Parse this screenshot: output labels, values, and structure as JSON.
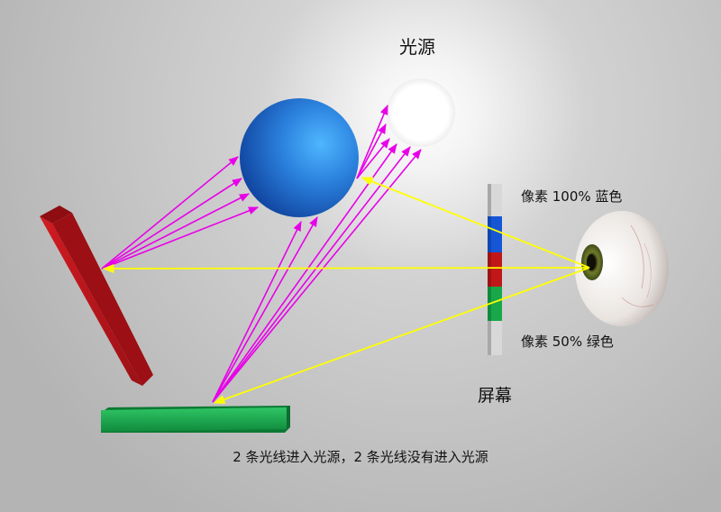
{
  "labels": {
    "light_source": "光源",
    "pixel_top": "像素 100% 蓝色",
    "pixel_bottom": "像素 50% 绿色",
    "screen": "屏幕",
    "caption": "2 条光线进入光源，2 条光线没有进入光源"
  },
  "colors": {
    "background": "#bdbdbd",
    "light_glow": "#f4f4f4",
    "sphere": "#1f6fd0",
    "red_bar": "#b8141c",
    "green_bar": "#1aa64c",
    "ray_magenta": "#e800e8",
    "ray_yellow": "#ffff00",
    "pixel_blue": "#1456d6",
    "pixel_red": "#c01818",
    "pixel_green": "#18a84a"
  }
}
